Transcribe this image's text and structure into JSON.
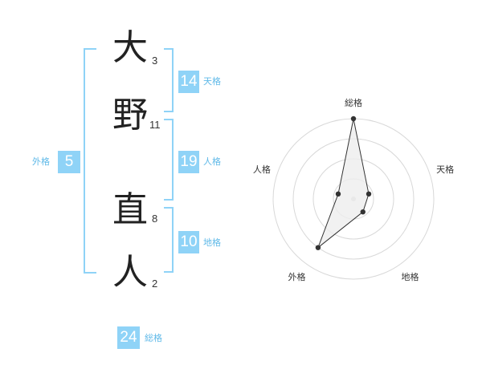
{
  "name": {
    "chars": [
      {
        "char": "大",
        "strokes": "3"
      },
      {
        "char": "野",
        "strokes": "11"
      },
      {
        "char": "直",
        "strokes": "8"
      },
      {
        "char": "人",
        "strokes": "2"
      }
    ]
  },
  "fortune": {
    "tenkaku": {
      "value": "14",
      "label": "天格"
    },
    "jinkaku": {
      "value": "19",
      "label": "人格"
    },
    "chikaku": {
      "value": "10",
      "label": "地格"
    },
    "gaikaku": {
      "value": "5",
      "label": "外格"
    },
    "soukaku": {
      "value": "24",
      "label": "総格"
    }
  },
  "colors": {
    "accent": "#8fd3f7",
    "label": "#5fb9e8",
    "radar_line": "#333333",
    "radar_fill": "#eeeeee"
  },
  "chart_data": {
    "type": "radar",
    "axes": [
      "総格",
      "天格",
      "地格",
      "外格",
      "人格"
    ],
    "values": [
      4.0,
      0.8,
      0.8,
      3.0,
      0.8
    ],
    "range": [
      0,
      4
    ],
    "rings": 4
  }
}
